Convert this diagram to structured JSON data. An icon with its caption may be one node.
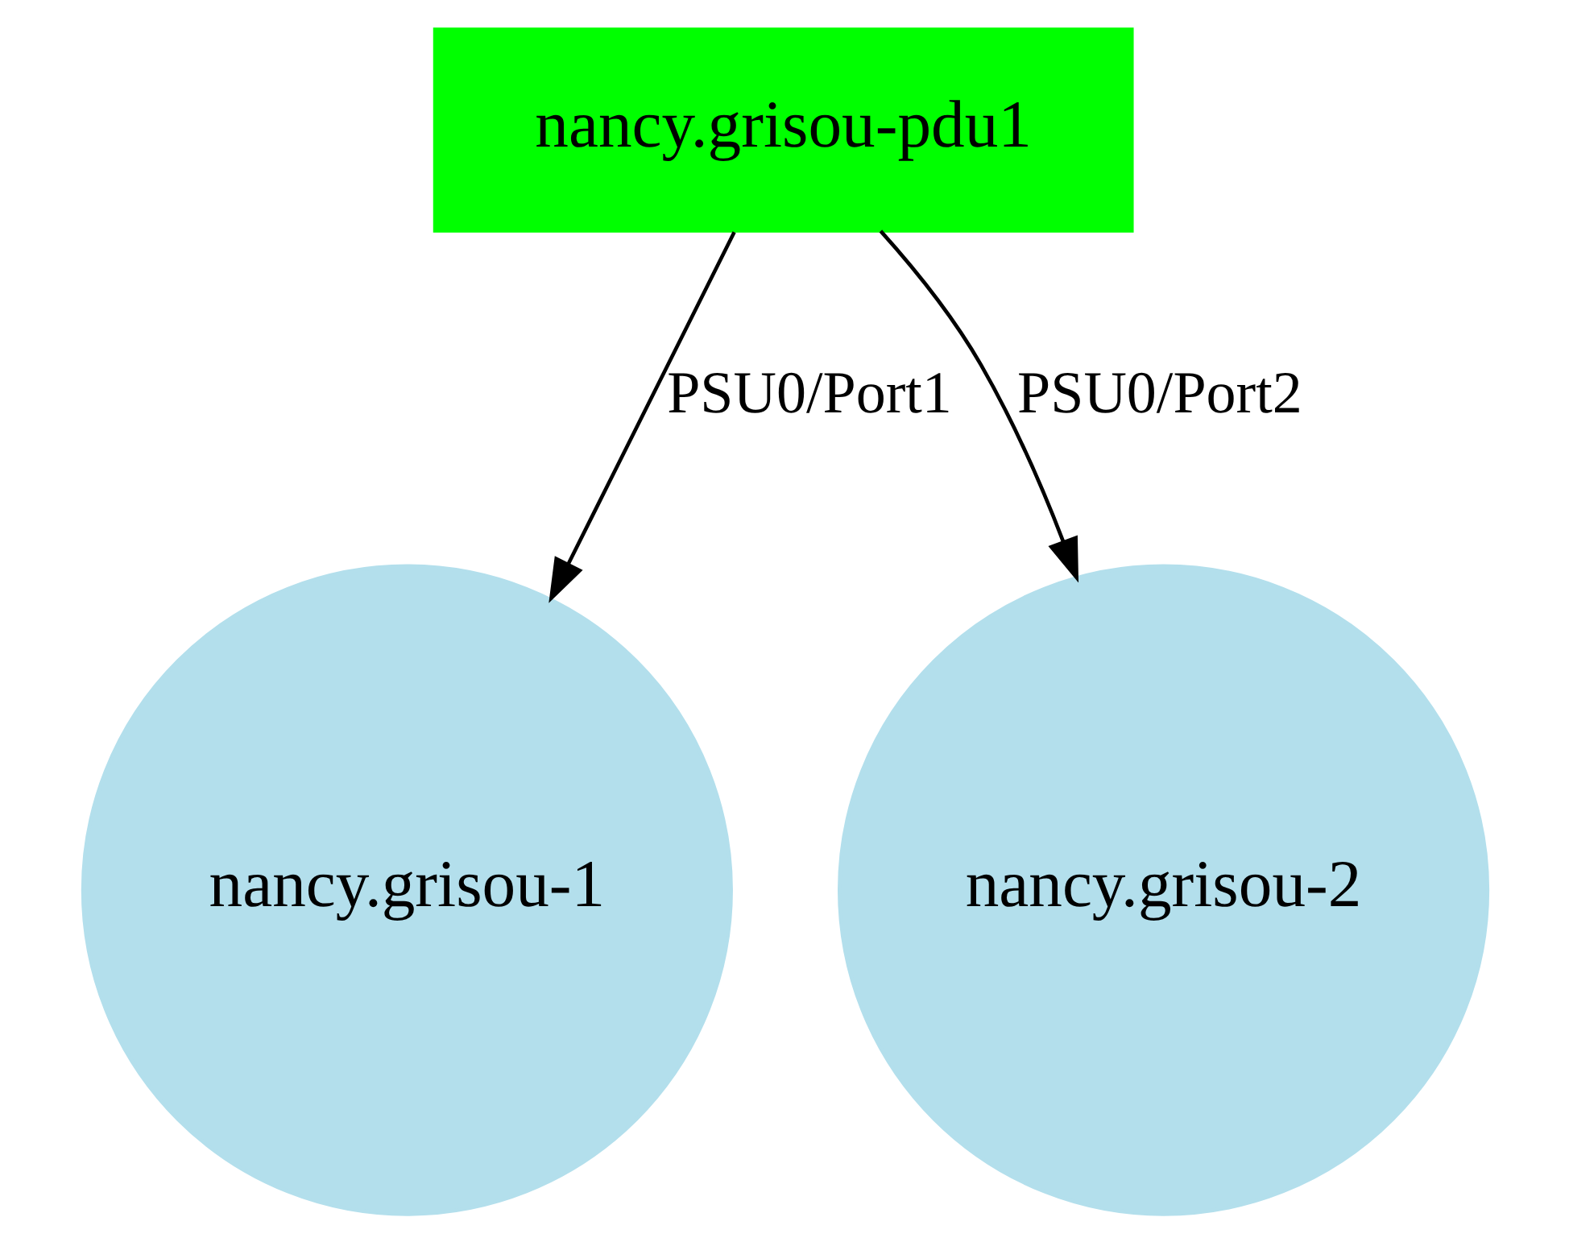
{
  "diagram": {
    "nodes": [
      {
        "text": [
          "nancy.grisou-pdu1"
        ]
      },
      {
        "text": [
          "nancy.grisou-1"
        ]
      },
      {
        "text": [
          "nancy.grisou-2"
        ]
      }
    ],
    "edges": [
      {
        "from": 0,
        "to": 1,
        "arrow": "to",
        "label": "PSU0/Port1"
      },
      {
        "from": 0,
        "to": 2,
        "arrow": "to",
        "label": "PSU0/Port2"
      }
    ]
  }
}
